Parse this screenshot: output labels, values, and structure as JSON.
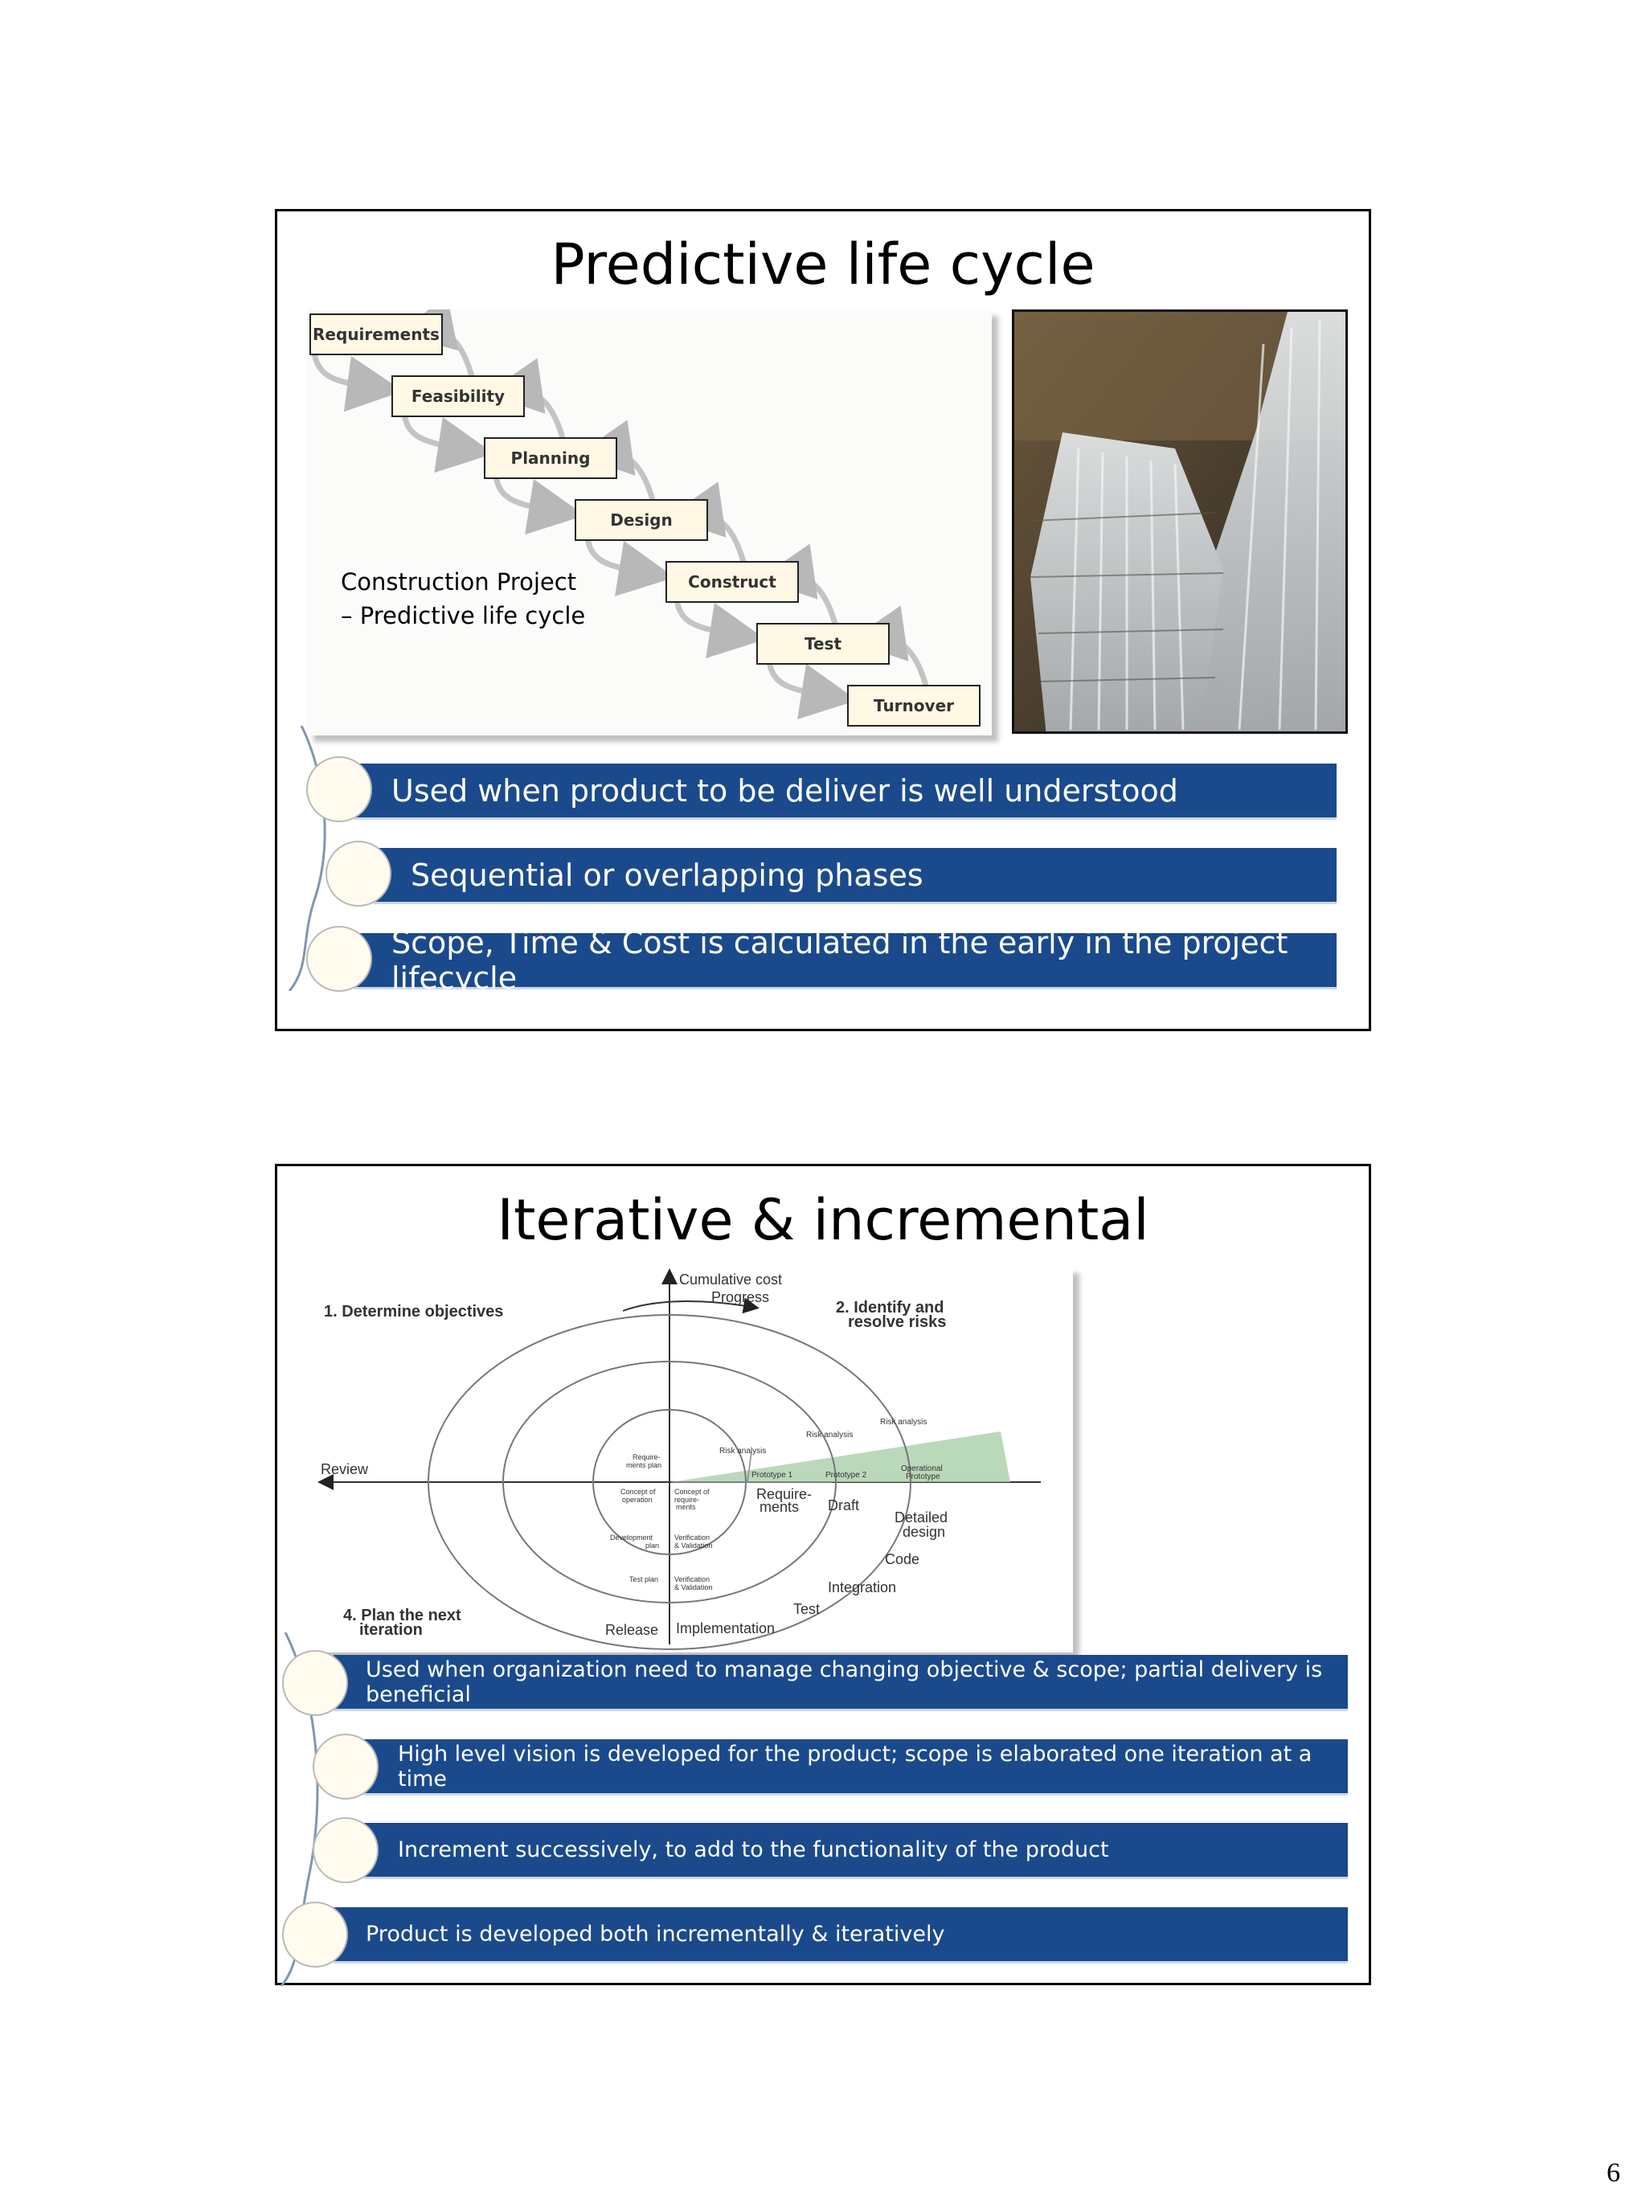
{
  "slide1": {
    "title": "Predictive life cycle",
    "phases": [
      "Requirements",
      "Feasibility",
      "Planning",
      "Design",
      "Construct",
      "Test",
      "Turnover"
    ],
    "caption_line1": "Construction Project",
    "caption_line2": "– Predictive life cycle",
    "bullets": [
      "Used when product to be deliver is well understood",
      "Sequential or overlapping phases",
      "Scope, Time & Cost is calculated in the early in the project lifecycle"
    ]
  },
  "slide2": {
    "title": "Iterative  & incremental",
    "diagram": {
      "cumulative_cost": "Cumulative cost",
      "progress": "Progress",
      "q1": "1. Determine objectives",
      "q2_line1": "2. Identify and",
      "q2_line2": "resolve risks",
      "q4_line1": "4. Plan the next",
      "q4_line2": "iteration",
      "review": "Review",
      "release": "Release",
      "implementation": "Implementation",
      "test": "Test",
      "integration": "Integration",
      "code": "Code",
      "detailed_design_1": "Detailed",
      "detailed_design_2": "design",
      "draft": "Draft",
      "requirements_1": "Require-",
      "requirements_2": "ments",
      "risk_analysis": "Risk analysis",
      "prototype_1": "Prototype 1",
      "prototype_2": "Prototype 2",
      "operational_prototype_1": "Operational",
      "operational_prototype_2": "Prototype",
      "req_plan_1": "Require-",
      "req_plan_2": "ments plan",
      "concept_op_1": "Concept of",
      "concept_op_2": "operation",
      "concept_req_1": "Concept of",
      "concept_req_2": "require-",
      "concept_req_3": "ments",
      "dev_plan_1": "Development",
      "dev_plan_2": "plan",
      "vv_1": "Verification",
      "vv_2": "& Validation",
      "test_plan": "Test plan"
    },
    "bullets": [
      "Used when organization need to manage changing objective & scope; partial delivery is beneficial",
      "High level vision is developed for the product; scope  is elaborated one iteration at a time",
      "Increment successively, to add to the functionality of the product",
      "Product is developed both incrementally & iteratively"
    ]
  },
  "page_number": "6"
}
